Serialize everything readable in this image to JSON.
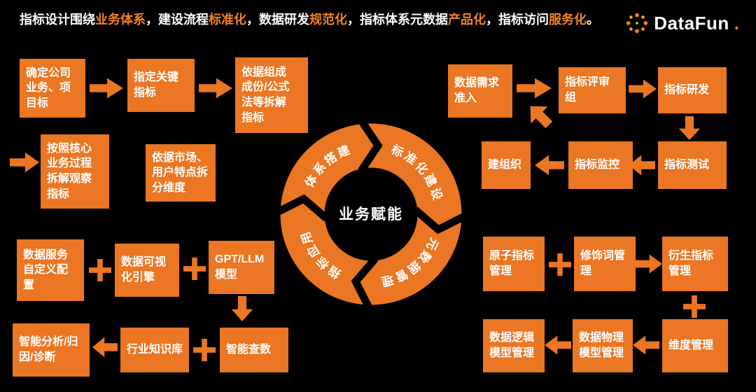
{
  "header": {
    "segments": [
      {
        "text": "指标设计围绕"
      },
      {
        "text": "业务体系",
        "accent": true
      },
      {
        "text": "，建设流程"
      },
      {
        "text": "标准化",
        "accent": true
      },
      {
        "text": "，数据研发"
      },
      {
        "text": "规范化",
        "accent": true
      },
      {
        "text": "，指标体系元数据"
      },
      {
        "text": "产品化",
        "accent": true
      },
      {
        "text": "，指标访问"
      },
      {
        "text": "服务化",
        "accent": true
      },
      {
        "text": "。"
      }
    ]
  },
  "logo": {
    "name": "DataFun",
    "suffix": "."
  },
  "ring": {
    "center": "业务赋能",
    "segments": [
      "体系搭建",
      "标准化建设",
      "元数据管理",
      "指标应用"
    ]
  },
  "boxes": {
    "confirm_business": "确定公司\n业务、项\n目标",
    "key_metrics": "指定关键\n指标",
    "formula_decompose": "依据组成\n成份/公式\n法等拆解\n指标",
    "core_process": "按照核心\n业务过程\n拆解观察\n指标",
    "market_dimension": "依据市场、\n用户特点拆\n分维度",
    "service_config": "数据服务\n自定义配\n置",
    "vis_engine": "数据可视\n化引擎",
    "gpt_llm": "GPT/LLM\n模型",
    "smart_analysis": "智能分析/归\n因/诊断",
    "industry_kb": "行业知识库",
    "smart_query": "智能查数",
    "data_demand": "数据需求\n准入",
    "review_group": "指标评审组",
    "metric_dev": "指标研发",
    "metric_test": "指标测试",
    "metric_monitor": "指标监控",
    "build_org": "建组织",
    "atomic_metric": "原子指标\n管理",
    "modifier_mgmt": "修饰词管\n理",
    "derived_metric": "衍生指标\n管理",
    "dimension_mgmt": "维度管理",
    "physical_model": "数据物理\n模型管理",
    "logical_model": "数据逻辑\n模型管理"
  },
  "colors": {
    "background": "#000000",
    "box_orange": "#EB7623",
    "header_accent": "#F5821F",
    "text": "#FFFFFF"
  },
  "icons": {
    "arrow": "block-arrow (css clip-path)",
    "plus": "plus-sign (css clip-path)",
    "logo_dots": "dotted-ring mark"
  }
}
